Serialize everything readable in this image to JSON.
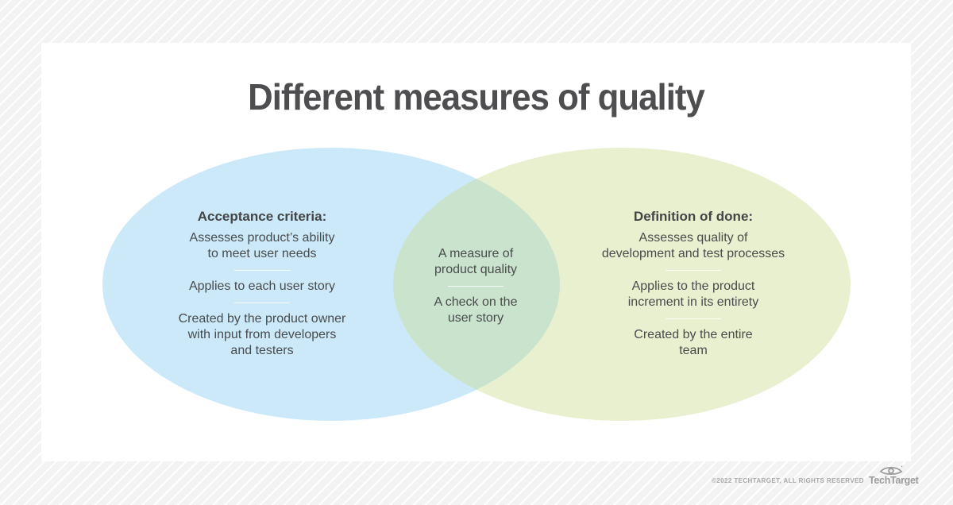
{
  "title": "Different measures of quality",
  "venn": {
    "left": {
      "heading": "Acceptance criteria:",
      "items": [
        "Assesses product’s ability\nto meet user needs",
        "Applies to each user story",
        "Created by the product owner\nwith input from developers\nand testers"
      ]
    },
    "overlap": {
      "items": [
        "A measure of\nproduct quality",
        "A check on the\nuser story"
      ]
    },
    "right": {
      "heading": "Definition of done:",
      "items": [
        "Assesses quality of\ndevelopment and test processes",
        "Applies to the product\nincrement in its entirety",
        "Created by the entire\nteam"
      ]
    }
  },
  "footer": {
    "copyright": "©2022 TECHTARGET, ALL RIGHTS RESERVED",
    "brand": "TechTarget"
  },
  "colors": {
    "left_ellipse": "#cbe9f8",
    "right_ellipse": "#e8f0cf",
    "overlap": "#c9e3cd",
    "title_text": "#4e4e50",
    "body_text": "#494b4d",
    "footer_gray": "#9b9b9b"
  }
}
